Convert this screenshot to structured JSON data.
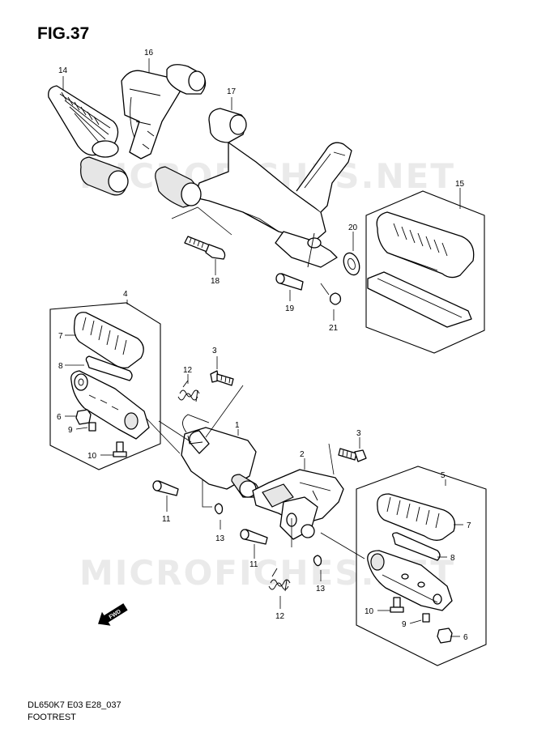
{
  "figure": {
    "title": "FIG.37",
    "code": "DL650K7 E03 E28_037",
    "name": "FOOTREST"
  },
  "watermark": "MICROFICHES.NET",
  "direction_badge": "FWD",
  "callouts": {
    "c14": "14",
    "c16": "16",
    "c17": "17",
    "c15": "15",
    "c20": "20",
    "c18": "18",
    "c19": "19",
    "c21": "21",
    "c4": "4",
    "c7a": "7",
    "c8a": "8",
    "c12a": "12",
    "c3a": "3",
    "c6a": "6",
    "c9a": "9",
    "c10a": "10",
    "c1": "1",
    "c11a": "11",
    "c13a": "13",
    "c2": "2",
    "c3b": "3",
    "c5": "5",
    "c7b": "7",
    "c8b": "8",
    "c11b": "11",
    "c13b": "13",
    "c12b": "12",
    "c10b": "10",
    "c9b": "9",
    "c6b": "6"
  }
}
